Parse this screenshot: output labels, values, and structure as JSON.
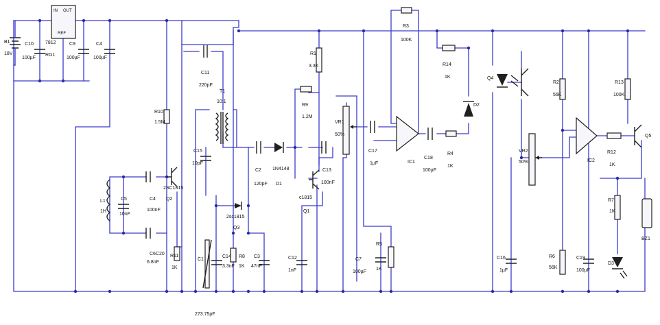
{
  "labels": {
    "b1_name": "B1",
    "b1_value": "18V",
    "c10_name": "C10",
    "c10_value": "100µF",
    "rg1_name": "7812",
    "rg1_ref": "RG1",
    "rg1_in": "IN",
    "rg1_out": "OUT",
    "rg1_ref_pin": "REF",
    "c9_name": "C9",
    "c9_value": "100µF",
    "c4b_name": "C4",
    "c4b_value": "100µF",
    "c11_name": "C11",
    "c11_value": "220pF",
    "t1_name": "T1",
    "t1_ratio": "10:1",
    "r10_name": "R10",
    "r10_value": "1.5M",
    "c15_name": "C15",
    "c15_value": "10pF",
    "c5_name": "C5",
    "c5_value": "10nF",
    "c4_name": "C4",
    "c4_value": "100nF",
    "l1_name": "L1",
    "l1_value": "1H",
    "q2_type": "2SC1815",
    "q2_name": "Q2",
    "c6_name": "C6C20",
    "c6_value": "6.8nF",
    "r11_name": "R11",
    "r11_value": "1K",
    "c1_name": "C1",
    "c1_value": "273.75pF",
    "c14_name": "C14",
    "c14_value": "3.3nF",
    "r8_name": "R8",
    "r8_value": "1K",
    "c3_name": "C3",
    "c3_value": "47nF",
    "c2_name": "C2",
    "c2_value": "120pF",
    "d1_type": "1N4148",
    "d1_name": "D1",
    "q3_type": "2sc1815",
    "q3_name": "Q3",
    "r1_name": "R1",
    "r1_value": "3.3K",
    "r9_name": "R9",
    "r9_value": "1.2M",
    "c13_name": "C13",
    "c13_value": "100nF",
    "q1_type": "c1815",
    "q1_name": "Q1",
    "c12_name": "C12",
    "c12_value": "1nF",
    "vr1_name": "VR1",
    "vr1_value": "50%",
    "c17_name": "C17",
    "c17_value": "1µF",
    "c7_name": "C7",
    "c7_value": "100µF",
    "r5_name": "R5",
    "r5_value": "1K",
    "r3_name": "R3",
    "r3_value": "100K",
    "ic1_name": "IC1",
    "c18_name": "C18",
    "c18_value": "100µF",
    "r14_name": "R14",
    "r14_value": "1K",
    "d2_name": "D2",
    "r4_name": "R4",
    "r4_value": "1K",
    "q4_name": "Q4",
    "c16_name": "C16",
    "c16_value": "1µF",
    "vr2_name": "VR2",
    "vr2_value": "50%",
    "r2_name": "R2",
    "r2_value": "56K",
    "r6_name": "R6",
    "r6_value": "56K",
    "ic2_name": "IC2",
    "c19_name": "C19",
    "c19_value": "100µF",
    "r13_name": "R13",
    "r13_value": "100K",
    "r12_name": "R12",
    "r12_value": "1K",
    "q5_name": "Q5",
    "r7_name": "R7",
    "r7_value": "1K",
    "d3_name": "D3",
    "bz1_name": "BZ1"
  }
}
